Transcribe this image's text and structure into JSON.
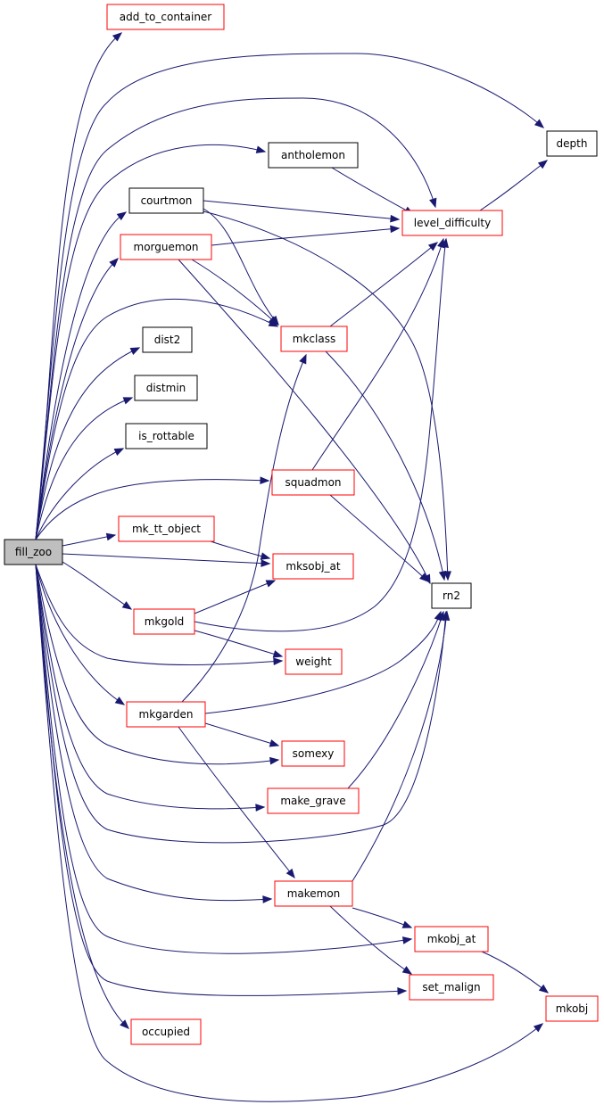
{
  "colors": {
    "edge": "#191970",
    "root_fill": "#bfbfbf",
    "root_border": "#000000",
    "linked_border": "#ff0000",
    "plain_border": "#000000"
  },
  "nodes": {
    "fill_zoo": {
      "label": "fill_zoo",
      "style": "root"
    },
    "add_to_container": {
      "label": "add_to_container",
      "style": "linked"
    },
    "depth": {
      "label": "depth",
      "style": "plain"
    },
    "antholemon": {
      "label": "antholemon",
      "style": "plain"
    },
    "courtmon": {
      "label": "courtmon",
      "style": "plain"
    },
    "level_difficulty": {
      "label": "level_difficulty",
      "style": "linked"
    },
    "morguemon": {
      "label": "morguemon",
      "style": "linked"
    },
    "mkclass": {
      "label": "mkclass",
      "style": "linked"
    },
    "dist2": {
      "label": "dist2",
      "style": "plain"
    },
    "distmin": {
      "label": "distmin",
      "style": "plain"
    },
    "is_rottable": {
      "label": "is_rottable",
      "style": "plain"
    },
    "squadmon": {
      "label": "squadmon",
      "style": "linked"
    },
    "mk_tt_object": {
      "label": "mk_tt_object",
      "style": "linked"
    },
    "mksobj_at": {
      "label": "mksobj_at",
      "style": "linked"
    },
    "rn2": {
      "label": "rn2",
      "style": "plain"
    },
    "mkgold": {
      "label": "mkgold",
      "style": "linked"
    },
    "weight": {
      "label": "weight",
      "style": "linked"
    },
    "mkgarden": {
      "label": "mkgarden",
      "style": "linked"
    },
    "somexy": {
      "label": "somexy",
      "style": "linked"
    },
    "make_grave": {
      "label": "make_grave",
      "style": "linked"
    },
    "makemon": {
      "label": "makemon",
      "style": "linked"
    },
    "mkobj_at": {
      "label": "mkobj_at",
      "style": "linked"
    },
    "set_malign": {
      "label": "set_malign",
      "style": "linked"
    },
    "mkobj": {
      "label": "mkobj",
      "style": "linked"
    },
    "occupied": {
      "label": "occupied",
      "style": "linked"
    }
  },
  "edges": [
    {
      "from": "fill_zoo",
      "to": "add_to_container"
    },
    {
      "from": "fill_zoo",
      "to": "depth"
    },
    {
      "from": "fill_zoo",
      "to": "antholemon"
    },
    {
      "from": "fill_zoo",
      "to": "level_difficulty"
    },
    {
      "from": "fill_zoo",
      "to": "courtmon"
    },
    {
      "from": "fill_zoo",
      "to": "morguemon"
    },
    {
      "from": "fill_zoo",
      "to": "mkclass"
    },
    {
      "from": "fill_zoo",
      "to": "dist2"
    },
    {
      "from": "fill_zoo",
      "to": "distmin"
    },
    {
      "from": "fill_zoo",
      "to": "is_rottable"
    },
    {
      "from": "fill_zoo",
      "to": "squadmon"
    },
    {
      "from": "fill_zoo",
      "to": "mk_tt_object"
    },
    {
      "from": "fill_zoo",
      "to": "mksobj_at"
    },
    {
      "from": "fill_zoo",
      "to": "mkgold"
    },
    {
      "from": "fill_zoo",
      "to": "weight"
    },
    {
      "from": "fill_zoo",
      "to": "mkgarden"
    },
    {
      "from": "fill_zoo",
      "to": "somexy"
    },
    {
      "from": "fill_zoo",
      "to": "make_grave"
    },
    {
      "from": "fill_zoo",
      "to": "rn2"
    },
    {
      "from": "fill_zoo",
      "to": "makemon"
    },
    {
      "from": "fill_zoo",
      "to": "mkobj_at"
    },
    {
      "from": "fill_zoo",
      "to": "set_malign"
    },
    {
      "from": "fill_zoo",
      "to": "occupied"
    },
    {
      "from": "fill_zoo",
      "to": "mkobj"
    },
    {
      "from": "antholemon",
      "to": "level_difficulty"
    },
    {
      "from": "courtmon",
      "to": "level_difficulty"
    },
    {
      "from": "courtmon",
      "to": "mkclass"
    },
    {
      "from": "courtmon",
      "to": "rn2"
    },
    {
      "from": "level_difficulty",
      "to": "depth"
    },
    {
      "from": "morguemon",
      "to": "level_difficulty"
    },
    {
      "from": "morguemon",
      "to": "mkclass"
    },
    {
      "from": "morguemon",
      "to": "rn2"
    },
    {
      "from": "mkclass",
      "to": "level_difficulty"
    },
    {
      "from": "mkclass",
      "to": "rn2"
    },
    {
      "from": "squadmon",
      "to": "level_difficulty"
    },
    {
      "from": "squadmon",
      "to": "rn2"
    },
    {
      "from": "mk_tt_object",
      "to": "mksobj_at"
    },
    {
      "from": "mkgold",
      "to": "mksobj_at"
    },
    {
      "from": "mkgold",
      "to": "rn2"
    },
    {
      "from": "mkgold",
      "to": "weight"
    },
    {
      "from": "mkgarden",
      "to": "mkclass"
    },
    {
      "from": "mkgarden",
      "to": "rn2"
    },
    {
      "from": "mkgarden",
      "to": "somexy"
    },
    {
      "from": "mkgarden",
      "to": "makemon"
    },
    {
      "from": "make_grave",
      "to": "rn2"
    },
    {
      "from": "makemon",
      "to": "rn2"
    },
    {
      "from": "makemon",
      "to": "mkobj_at"
    },
    {
      "from": "makemon",
      "to": "set_malign"
    },
    {
      "from": "mkobj_at",
      "to": "mkobj"
    }
  ]
}
